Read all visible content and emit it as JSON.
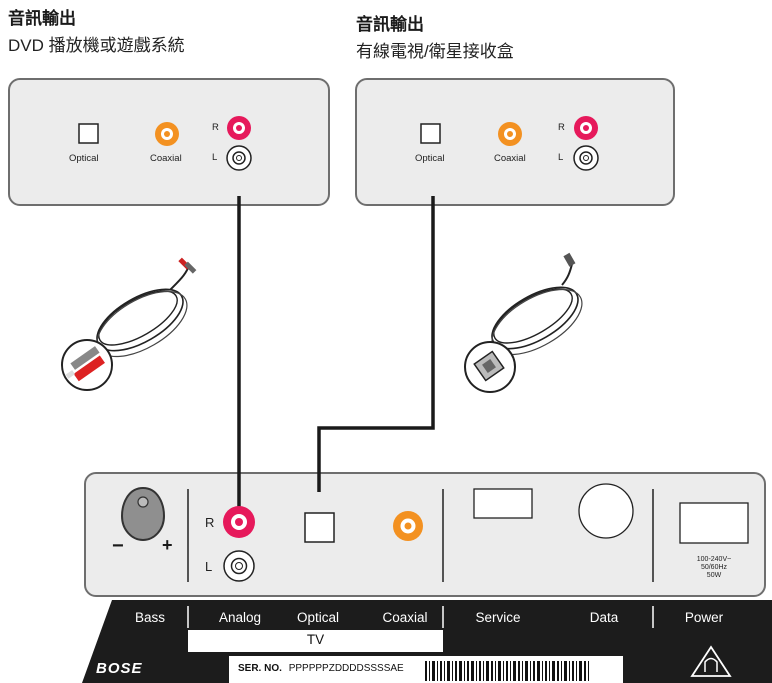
{
  "sources": [
    {
      "title": "音訊輸出",
      "subtitle": "DVD 播放機或遊戲系統",
      "labels": {
        "optical": "Optical",
        "coaxial": "Coaxial",
        "r": "R",
        "l": "L"
      }
    },
    {
      "title": "音訊輸出",
      "subtitle": "有線電視/衛星接收盒",
      "labels": {
        "optical": "Optical",
        "coaxial": "Coaxial",
        "r": "R",
        "l": "L"
      }
    }
  ],
  "console": {
    "r": "R",
    "l": "L",
    "minus": "−",
    "plus": "+",
    "power_spec": [
      "100-240V~",
      "50/60Hz",
      "50W"
    ],
    "labels": [
      "Bass",
      "Analog",
      "Optical",
      "Coaxial",
      "Service",
      "Data",
      "Power"
    ],
    "tv": "TV",
    "brand": "BOSE",
    "serial_prefix": "SER. NO.",
    "serial_value": "PPPPPPZDDDDSSSSAE"
  },
  "colors": {
    "rca_red": "#e6195b",
    "coaxial_orange": "#f39121",
    "panel_fill": "#ececec",
    "panel_border": "#6e6e6e",
    "bar": "#1c1c1c"
  }
}
